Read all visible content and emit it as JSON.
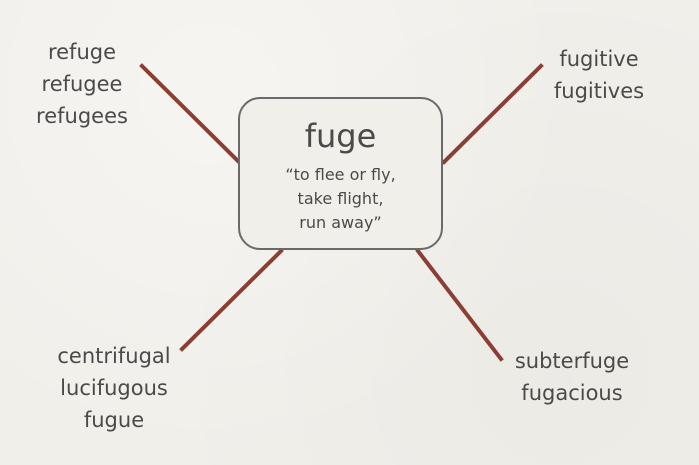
{
  "root": {
    "word": "fuge",
    "meaning": [
      "“to flee or fly,",
      "take flight,",
      "run away”"
    ]
  },
  "groups": {
    "top_left": [
      "refuge",
      "refugee",
      "refugees"
    ],
    "top_right": [
      "fugitive",
      "fugitives"
    ],
    "bottom_left": [
      "centrifugal",
      "lucifugous",
      "fugue"
    ],
    "bottom_right": [
      "subterfuge",
      "fugacious"
    ]
  },
  "colors": {
    "connector": "#8b3f34",
    "box_border": "#6a6a6a",
    "text": "#4a4a4a",
    "background": "#f1efea"
  }
}
